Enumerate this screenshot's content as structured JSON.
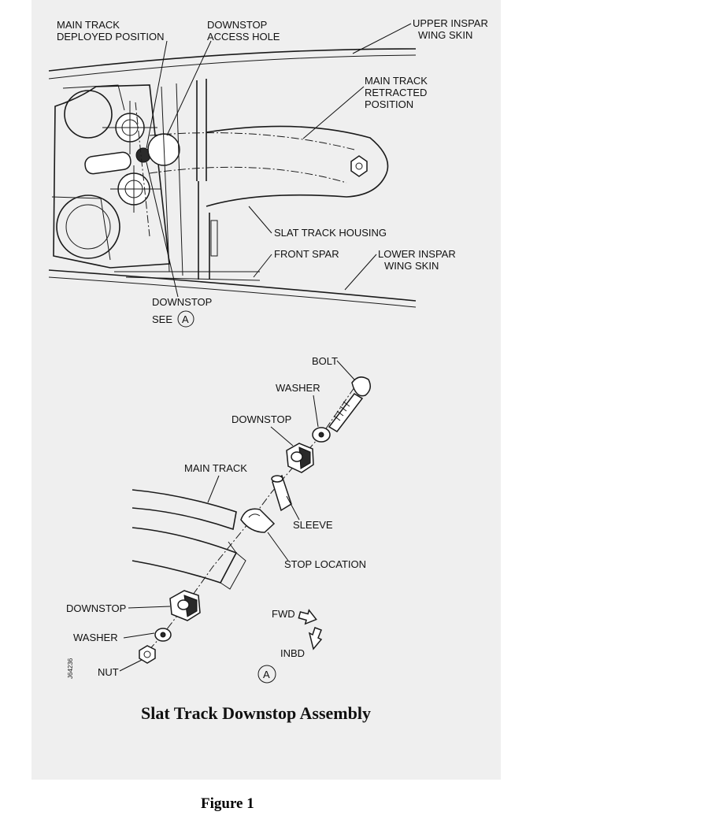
{
  "top_view": {
    "labels": {
      "main_track_deployed": [
        "MAIN TRACK",
        "DEPLOYED POSITION"
      ],
      "downstop_access_hole": [
        "DOWNSTOP",
        "ACCESS HOLE"
      ],
      "upper_inspar": [
        "UPPER INSPAR",
        "WING SKIN"
      ],
      "main_track_retracted": [
        "MAIN TRACK",
        "RETRACTED",
        "POSITION"
      ],
      "slat_track_housing": "SLAT TRACK HOUSING",
      "front_spar": "FRONT SPAR",
      "lower_inspar": [
        "LOWER INSPAR",
        "WING SKIN"
      ],
      "downstop": "DOWNSTOP",
      "see": "SEE",
      "see_ref": "A"
    }
  },
  "detail_view": {
    "labels": {
      "bolt": "BOLT",
      "washer_top": "WASHER",
      "downstop_top": "DOWNSTOP",
      "main_track": "MAIN TRACK",
      "sleeve": "SLEEVE",
      "stop_location": "STOP LOCATION",
      "downstop_bottom": "DOWNSTOP",
      "washer_bottom": "WASHER",
      "nut": "NUT",
      "fwd": "FWD",
      "inbd": "INBD",
      "view_ref": "A",
      "drawing_number": "J64236"
    }
  },
  "figure_title": "Slat Track Downstop Assembly",
  "caption": "Figure 1"
}
